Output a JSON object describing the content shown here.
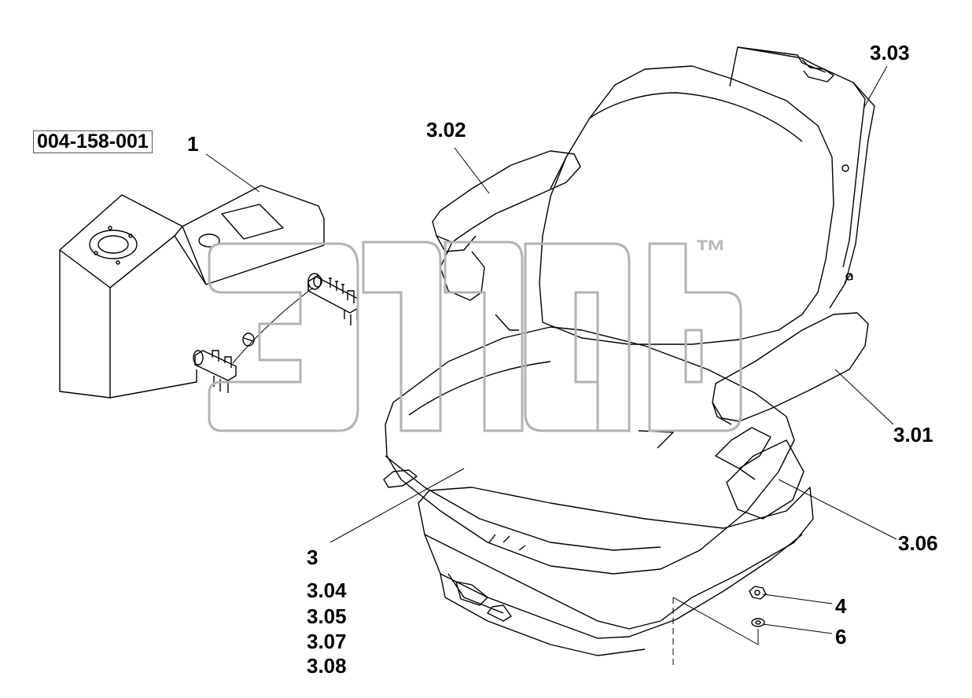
{
  "part_number": "004-158-001",
  "watermark_text": "™",
  "corner_code": "",
  "callouts": {
    "main": "1",
    "armrest_right": "3.01",
    "armrest_left": "3.02",
    "backrest": "3.03",
    "seat": "3",
    "seat_group": [
      "3.04",
      "3.05",
      "3.07",
      "3.08"
    ],
    "seat_belt": "3.06",
    "nut": "4",
    "washer": "6"
  },
  "colors": {
    "line": "#000000",
    "watermark": "#b8b8b8",
    "background": "#ffffff"
  }
}
